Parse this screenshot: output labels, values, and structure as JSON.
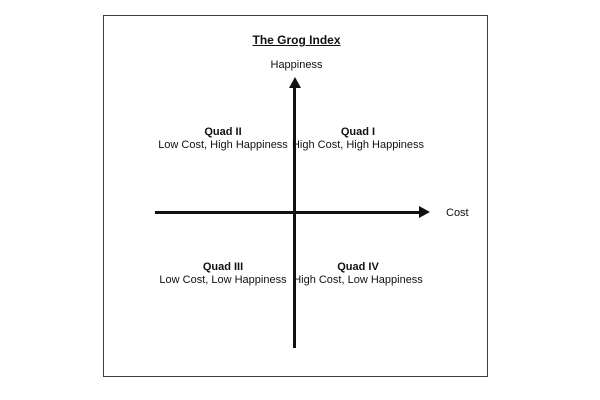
{
  "diagram": {
    "title": "The Grog Index",
    "y_axis_label": "Happiness",
    "x_axis_label": "Cost",
    "quadrants": [
      {
        "name": "Quad I",
        "description": "High Cost, High Happiness"
      },
      {
        "name": "Quad II",
        "description": "Low Cost, High Happiness"
      },
      {
        "name": "Quad III",
        "description": "Low Cost, Low Happiness"
      },
      {
        "name": "Quad IV",
        "description": "High Cost, Low Happiness"
      }
    ],
    "colors": {
      "text": "#111111",
      "axis": "#111111",
      "frame_border": "#3f3f3f",
      "background": "#ffffff"
    }
  }
}
